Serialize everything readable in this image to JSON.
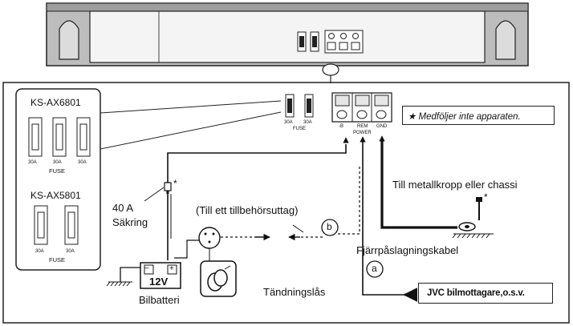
{
  "top_unit": {
    "fuse_panel": {
      "small_labels": [
        "",
        ""
      ]
    }
  },
  "fuse_detail": {
    "fuse1_rating": "30A",
    "fuse2_rating": "30A",
    "fuse_label": "FUSE",
    "terminal_labels": [
      "-B",
      "REM",
      "GND"
    ],
    "power_label": "POWER"
  },
  "models": [
    {
      "name": "KS-AX6801",
      "fuse_ratings": [
        "30A",
        "30A",
        "30A"
      ],
      "fuse_label": "FUSE"
    },
    {
      "name": "KS-AX5801",
      "fuse_ratings": [
        "30A",
        "30A"
      ],
      "fuse_label": "FUSE"
    }
  ],
  "note": "★ Medföljer inte apparaten.",
  "labels": {
    "fuse_amp": "40 A",
    "fuse_name": "Säkring",
    "star": "*",
    "accessory": "(Till ett tillbehörsuttag)",
    "marker_b": "b",
    "marker_a": "a",
    "ground_target": "Till metallkropp eller chassi",
    "remote_cable": "Fjärrpåslagningskabel",
    "battery_voltage": "12V",
    "battery_minus": "−",
    "battery_plus": "+",
    "battery_name": "Bilbatteri",
    "ignition": "Tändningslås",
    "jvc_receiver": "JVC bilmottagare,o.s.v."
  },
  "colors": {
    "line": "#111111",
    "panel_gray": "#c8c8c8",
    "unit_gray": "#b4b4b4"
  }
}
